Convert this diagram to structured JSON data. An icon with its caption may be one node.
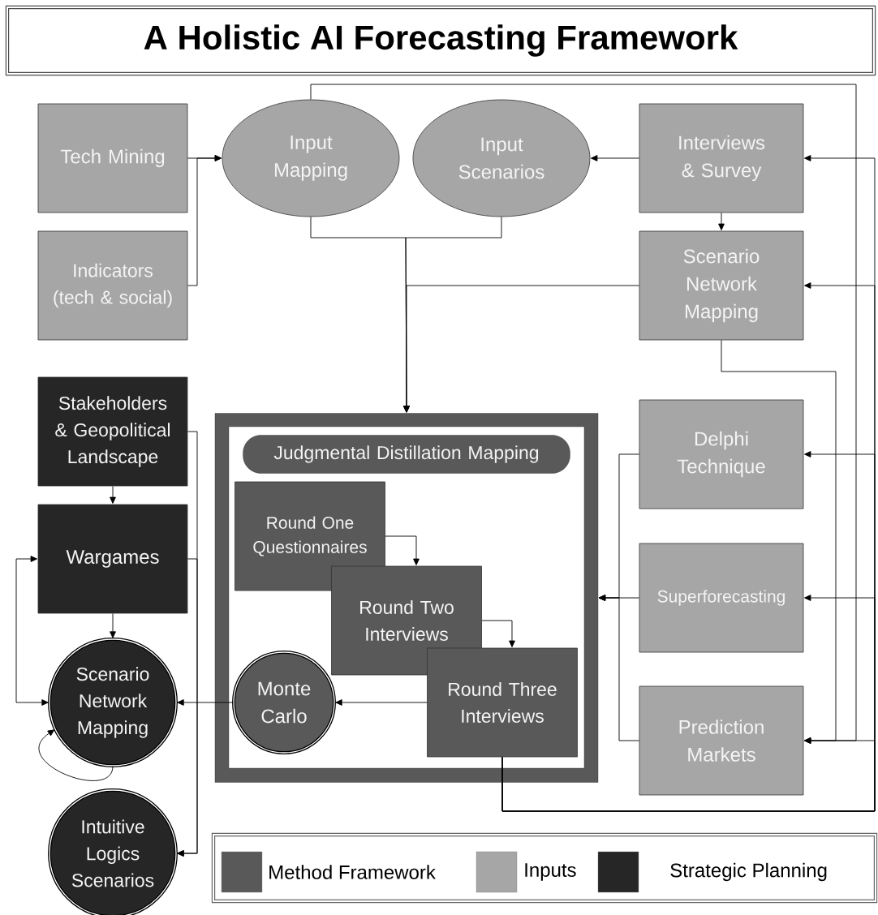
{
  "diagram": {
    "title": "A Holistic AI Forecasting Framework",
    "nodes": [
      {
        "text": [
          "Tech Mining"
        ]
      },
      {
        "text": [
          "Indicators (tech & social)"
        ]
      },
      {
        "text": [
          "Input Mapping"
        ]
      },
      {
        "text": [
          "Input Scenarios"
        ]
      },
      {
        "text": [
          "Interviews & Survey"
        ]
      },
      {
        "text": [
          "Scenario Network Mapping"
        ]
      },
      {
        "text": [
          "Stakeholders & Geopolitical Landscape"
        ]
      },
      {
        "text": [
          "Wargames"
        ]
      },
      {
        "text": [
          "Scenario Network Mapping"
        ]
      },
      {
        "text": [
          "Intuitive Logics Scenarios"
        ]
      },
      {
        "text": [
          "Judgmental Distillation Mapping"
        ]
      },
      {
        "text": [
          "Round One Questionnaires"
        ],
        "in": 10
      },
      {
        "text": [
          "Round Two Interviews"
        ],
        "in": 10
      },
      {
        "text": [
          "Round Three Interviews"
        ],
        "in": 10
      },
      {
        "text": [
          "Monte Carlo"
        ],
        "in": 10
      },
      {
        "text": [
          "Delphi Technique"
        ]
      },
      {
        "text": [
          "Superforecasting"
        ]
      },
      {
        "text": [
          "Prediction Markets"
        ]
      }
    ],
    "edges": [
      {
        "from": 0,
        "to": 2,
        "arrow": "to"
      },
      {
        "from": 1,
        "to": 2,
        "arrow": "to"
      },
      {
        "from": 4,
        "to": 3,
        "arrow": "to"
      },
      {
        "from": 4,
        "to": 5,
        "arrow": "to"
      },
      {
        "from": 2,
        "to": 10,
        "arrow": "to"
      },
      {
        "from": 3,
        "to": 10,
        "arrow": "to"
      },
      {
        "from": 5,
        "to": 10,
        "arrow": "to"
      },
      {
        "from": 2,
        "to": 17,
        "arrow": "to"
      },
      {
        "from": 5,
        "to": 17,
        "arrow": "to"
      },
      {
        "from": 13,
        "to": 4,
        "arrow": "to"
      },
      {
        "from": 13,
        "to": 5,
        "arrow": "to"
      },
      {
        "from": 13,
        "to": 15,
        "arrow": "to"
      },
      {
        "from": 13,
        "to": 16,
        "arrow": "to"
      },
      {
        "from": 13,
        "to": 17,
        "arrow": "to"
      },
      {
        "from": 15,
        "to": 10,
        "arrow": "to"
      },
      {
        "from": 16,
        "to": 10,
        "arrow": "to"
      },
      {
        "from": 17,
        "to": 10,
        "arrow": "to"
      },
      {
        "from": 11,
        "to": 12,
        "arrow": "to"
      },
      {
        "from": 12,
        "to": 13,
        "arrow": "to"
      },
      {
        "from": 13,
        "to": 14,
        "arrow": "to"
      },
      {
        "from": 14,
        "to": 8,
        "arrow": "to"
      },
      {
        "from": 6,
        "to": 7,
        "arrow": "to"
      },
      {
        "from": 7,
        "to": 8,
        "arrow": "to"
      },
      {
        "from": 7,
        "to": 8,
        "arrow": "both"
      },
      {
        "from": 8,
        "to": 8,
        "arrow": "to"
      },
      {
        "from": 6,
        "to": 9,
        "arrow": "to"
      },
      {
        "from": 7,
        "to": 9,
        "arrow": "to"
      }
    ],
    "legend": [
      {
        "text": "Method Framework",
        "color": "#595959"
      },
      {
        "text": "Inputs",
        "color": "#a6a6a6"
      },
      {
        "text": "Strategic Planning",
        "color": "#262626"
      }
    ]
  }
}
